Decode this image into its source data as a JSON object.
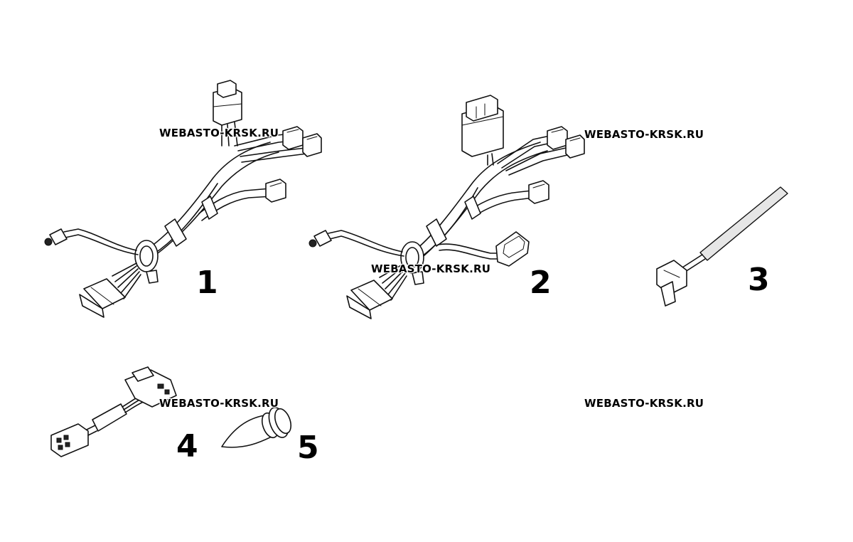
{
  "watermark": "WEBASTO-KRSK.RU",
  "parts": [
    {
      "label": "1"
    },
    {
      "label": "2"
    },
    {
      "label": "3"
    },
    {
      "label": "4"
    },
    {
      "label": "5"
    }
  ]
}
